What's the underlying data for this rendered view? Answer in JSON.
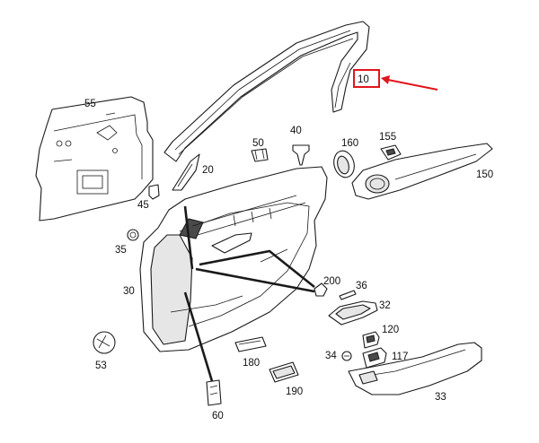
{
  "diagram": {
    "labels": {
      "p10": "10",
      "p20": "20",
      "p30": "30",
      "p32": "32",
      "p33": "33",
      "p34": "34",
      "p35": "35",
      "p36": "36",
      "p40": "40",
      "p45": "45",
      "p50": "50",
      "p53": "53",
      "p55": "55",
      "p60": "60",
      "p117": "117",
      "p120": "120",
      "p150": "150",
      "p155": "155",
      "p160": "160",
      "p180": "180",
      "p190": "190",
      "p200": "200"
    },
    "highlight": {
      "part": "10",
      "box_color": "#e0161b",
      "arrow_color": "#e0161b"
    }
  }
}
